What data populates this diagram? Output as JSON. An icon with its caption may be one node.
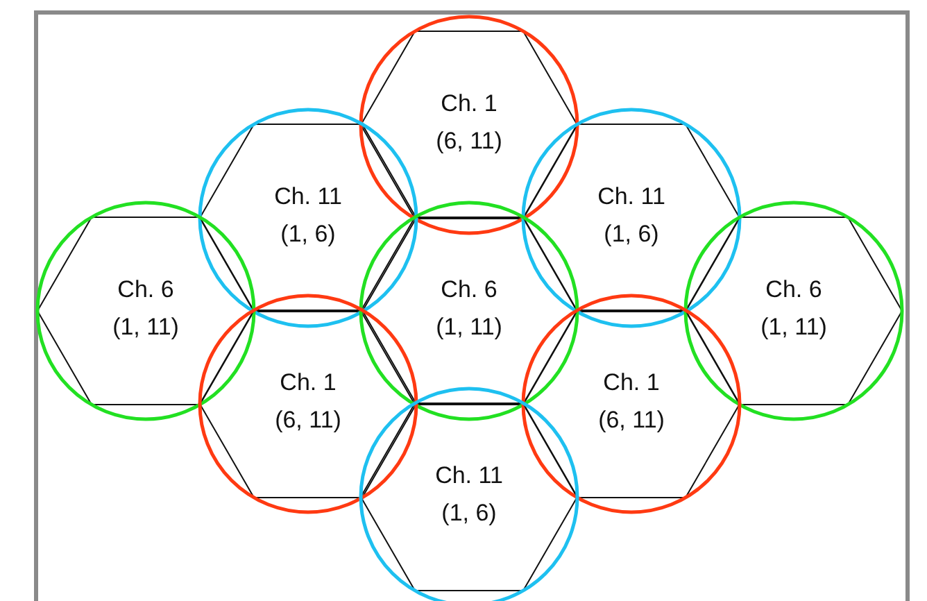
{
  "diagram": {
    "nodes": [
      {
        "text": [
          "Ch. 1",
          "(6, 11)"
        ]
      },
      {
        "text": [
          "Ch. 11",
          "(1, 6)"
        ]
      },
      {
        "text": [
          "Ch. 11",
          "(1, 6)"
        ]
      },
      {
        "text": [
          "Ch. 6",
          "(1, 11)"
        ]
      },
      {
        "text": [
          "Ch. 6",
          "(1, 11)"
        ]
      },
      {
        "text": [
          "Ch. 6",
          "(1, 11)"
        ]
      },
      {
        "text": [
          "Ch. 1",
          "(6, 11)"
        ]
      },
      {
        "text": [
          "Ch. 1",
          "(6, 11)"
        ]
      },
      {
        "text": [
          "Ch. 11",
          "(1, 6)"
        ]
      }
    ]
  }
}
